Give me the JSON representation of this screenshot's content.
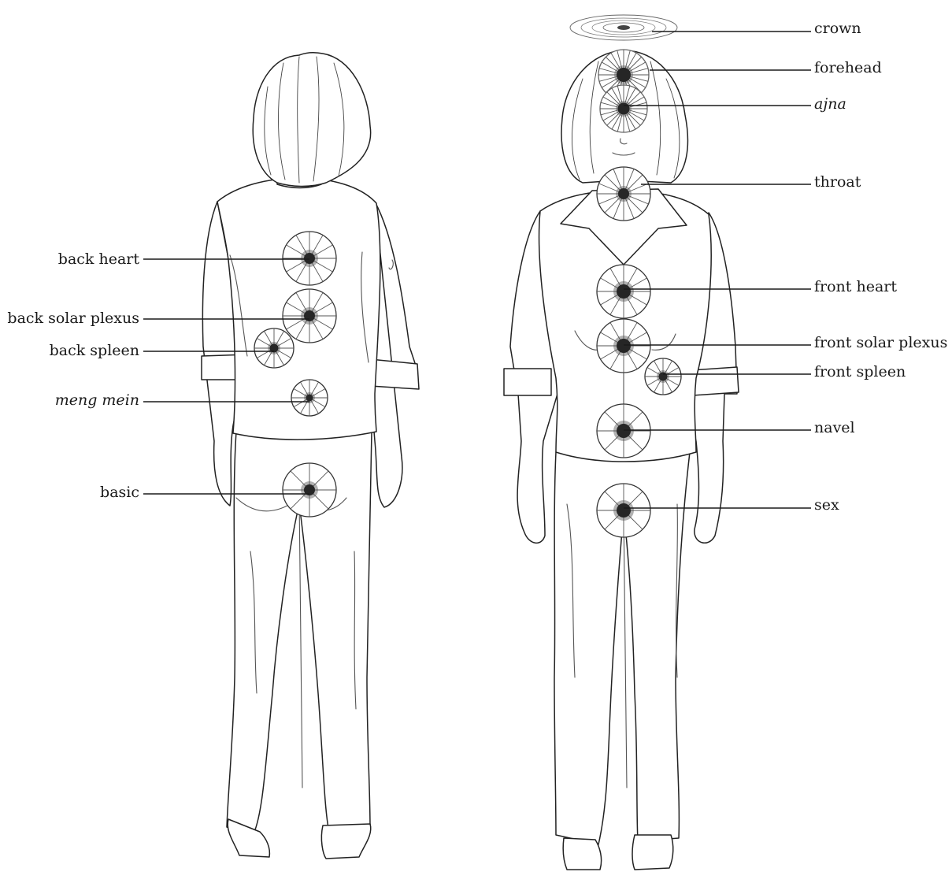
{
  "back_view": {
    "labels": {
      "back_heart": "back heart",
      "back_solar_plexus": "back solar plexus",
      "back_spleen": "back spleen",
      "meng_mein": "meng mein",
      "basic": "basic"
    }
  },
  "front_view": {
    "labels": {
      "crown": "crown",
      "forehead": "forehead",
      "ajna": "ajna",
      "throat": "throat",
      "front_heart": "front heart",
      "front_solar_plexus": "front solar plexus",
      "front_spleen": "front spleen",
      "navel": "navel",
      "sex": "sex"
    }
  }
}
